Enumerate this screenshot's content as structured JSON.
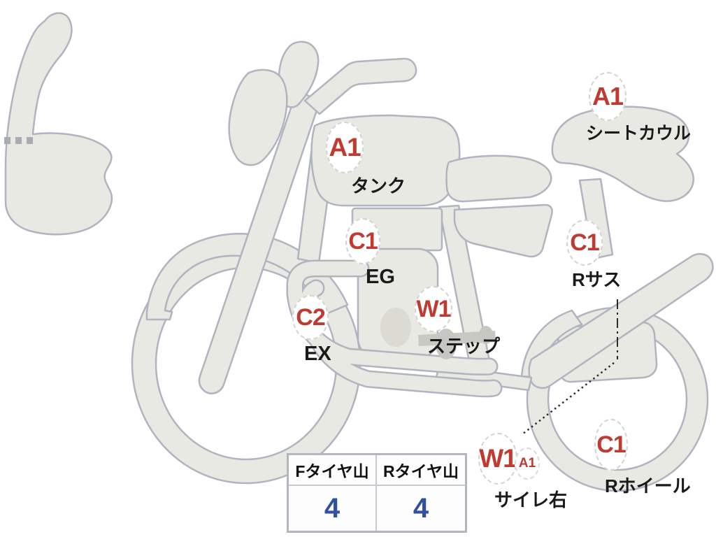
{
  "diagram_title": "motorcycle-condition-diagram",
  "labels": {
    "tank": {
      "code": "A1",
      "caption": "タンク"
    },
    "seat_cowl": {
      "code": "A1",
      "caption": "シートカウル"
    },
    "engine": {
      "code": "C1",
      "caption": "EG"
    },
    "rear_suspension": {
      "code": "C1",
      "caption": "Rサス"
    },
    "exhaust": {
      "code": "C2",
      "caption": "EX"
    },
    "step": {
      "code": "W1",
      "caption": "ステップ"
    },
    "silencer_right": {
      "code": "W1",
      "code_secondary": "A1",
      "caption": "サイレ右"
    },
    "rear_wheel": {
      "code": "C1",
      "caption": "Rホイール"
    }
  },
  "tire_table": {
    "front": {
      "header": "Fタイヤ山",
      "value": "4"
    },
    "rear": {
      "header": "Rタイヤ山",
      "value": "4"
    }
  },
  "colors": {
    "body_fill": "#e9e9e3",
    "body_outline": "#b0b4c0",
    "badge_red": "#bf3a30",
    "caption_black": "#1a1a1a",
    "tread_value_blue": "#31509d",
    "table_border": "#b2b6be"
  }
}
